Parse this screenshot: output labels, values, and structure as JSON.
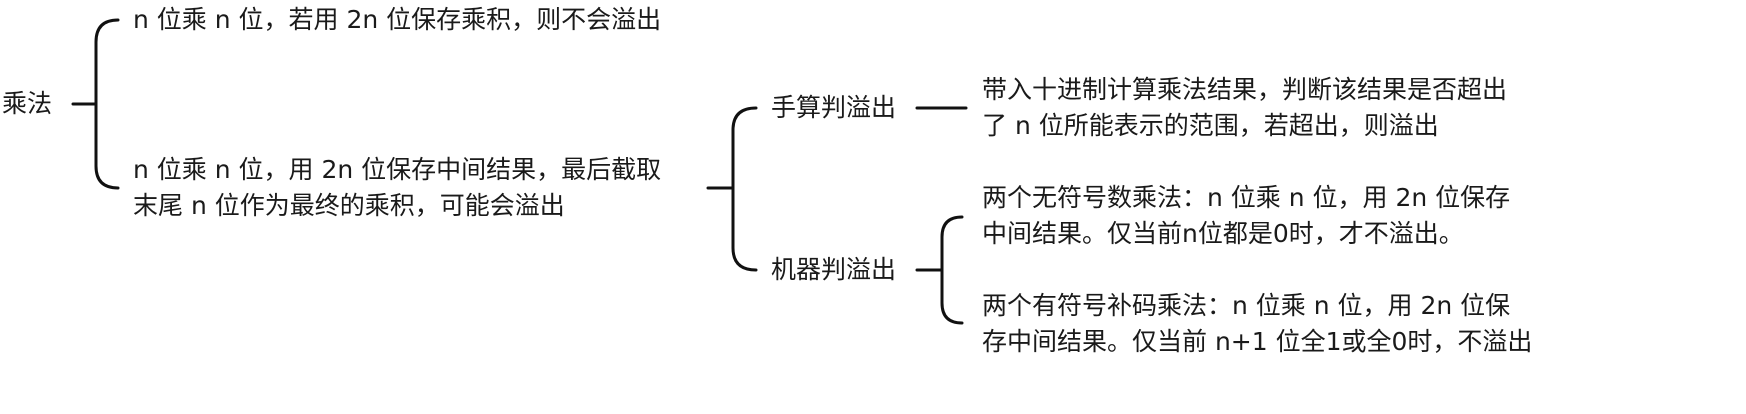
{
  "mindmap": {
    "root": {
      "label": "乘法",
      "children": [
        {
          "label": "n 位乘 n 位，若用 2n 位保存乘积，则不会溢出"
        },
        {
          "lines": [
            "n 位乘 n 位，用 2n 位保存中间结果，最后截取",
            "末尾 n 位作为最终的乘积，可能会溢出"
          ],
          "children": [
            {
              "label": "手算判溢出",
              "children": [
                {
                  "lines": [
                    "带入十进制计算乘法结果，判断该结果是否超出",
                    "了 n 位所能表示的范围，若超出，则溢出"
                  ]
                }
              ]
            },
            {
              "label": "机器判溢出",
              "children": [
                {
                  "lines": [
                    "两个无符号数乘法：n 位乘 n 位，用 2n 位保存",
                    "中间结果。仅当前n位都是0时，才不溢出。"
                  ]
                },
                {
                  "lines": [
                    "两个有符号补码乘法：n 位乘 n 位，用 2n 位保",
                    "存中间结果。仅当前 n+1 位全1或全0时，不溢出"
                  ]
                }
              ]
            }
          ]
        }
      ]
    },
    "line_color": "#111111"
  }
}
